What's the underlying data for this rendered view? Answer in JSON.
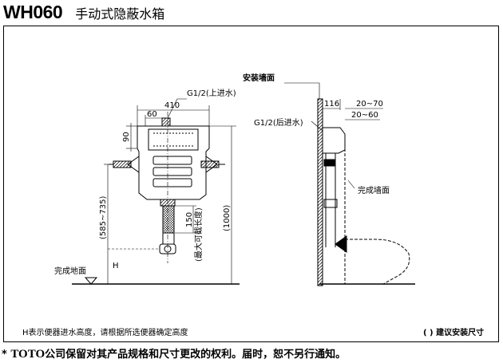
{
  "header": {
    "model": "WH060",
    "product_name": "手动式隐蔽水箱"
  },
  "front_view": {
    "dim_top_width": "410",
    "dim_top_offset": "60",
    "dim_side_height": "90",
    "inlet_top_label": "G1/2(上进水)",
    "dim_mount_range": "(585~735)",
    "dim_pipe": "150",
    "dim_pipe_note": "(最大可截长度)",
    "dim_total": "(1000)",
    "floor_label": "完成地面",
    "h_label": "H"
  },
  "side_view": {
    "wall_label": "安装墙面",
    "inlet_rear_label": "G1/2(后进水)",
    "dim_depth": "116",
    "dim_range_a": "20~70",
    "dim_range_b": "20~60",
    "finished_wall_label": "完成墙面"
  },
  "notes": {
    "h_note": "H表示便器进水高度，请根据所选便器确定高度",
    "paren_note": "( ) 建议安装尺寸"
  },
  "footer": {
    "prefix": "* ",
    "brand": "TOTO",
    "text": "公司保留对其产品规格和尺寸更改的权利。届时，恕不另行通知。"
  }
}
